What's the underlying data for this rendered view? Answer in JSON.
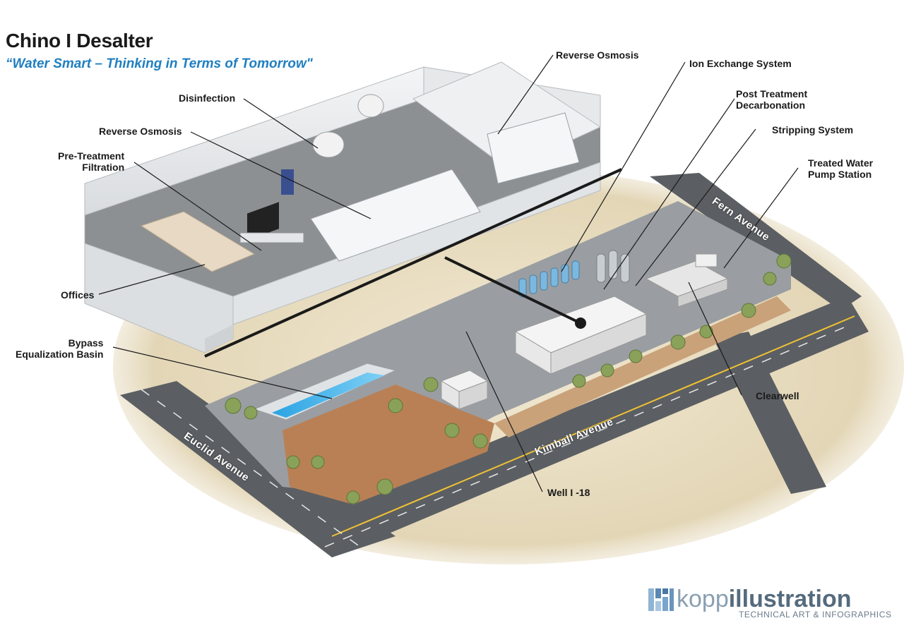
{
  "title": "Chino I Desalter",
  "subtitle": "“Water Smart – Thinking in Terms of Tomorrow\"",
  "callouts": {
    "reverse_osmosis_top": "Reverse Osmosis",
    "ion_exchange": "Ion Exchange System",
    "post_treatment_1": "Post Treatment",
    "post_treatment_2": "Decarbonation",
    "stripping": "Stripping System",
    "treated_water_1": "Treated Water",
    "treated_water_2": "Pump Station",
    "disinfection": "Disinfection",
    "reverse_osmosis_left": "Reverse Osmosis",
    "pretreatment_1": "Pre-Treatment",
    "pretreatment_2": "Filtration",
    "offices": "Offices",
    "bypass_1": "Bypass",
    "bypass_2": "Equalization Basin",
    "clearwell": "Clearwell",
    "well": "Well I -18"
  },
  "streets": {
    "fern": "Fern Avenue",
    "kimball": "Kimball Avenue",
    "euclid": "Euclid Avenue"
  },
  "brand": {
    "name_light": "kopp",
    "name_bold": "illustration",
    "tagline": "TECHNICAL ART & INFOGRAPHICS"
  },
  "colors": {
    "subtitle": "#1f7fc1",
    "road": "#5b5f63",
    "ground": "#e9dfc6",
    "dirt": "#b98055",
    "water": "#3fb3ea",
    "building_wall": "#eef0f1",
    "floor": "#8c9093"
  },
  "icons": [
    "kopp-logo-icon"
  ]
}
